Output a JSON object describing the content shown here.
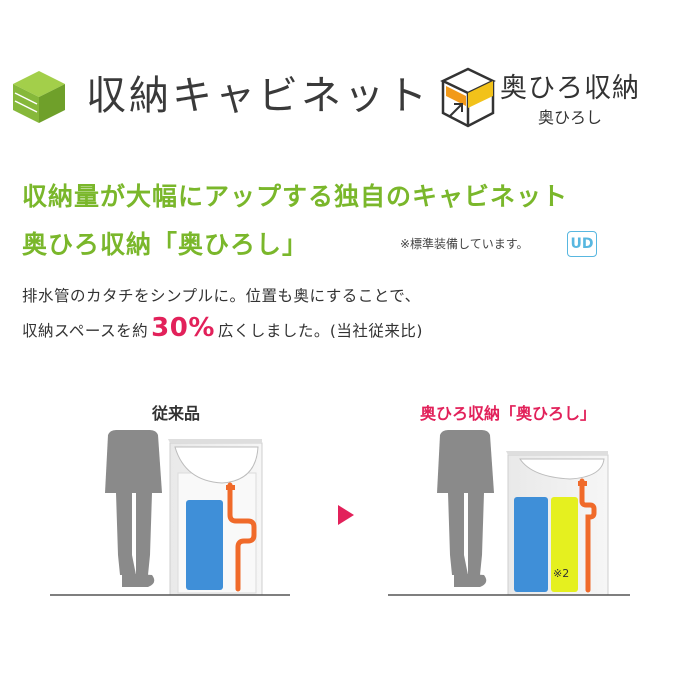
{
  "header": {
    "title": "収納キャビネット",
    "brand_name": "奥ひろ収納",
    "brand_sub": "奥ひろし"
  },
  "headline": {
    "line1": "収納量が大幅にアップする独自のキャビネット",
    "line2": "奥ひろ収納「奥ひろし」",
    "note": "※標準装備しています。",
    "badge": "UD"
  },
  "body": {
    "line1": "排水管のカタチをシンプルに。位置も奥にすることで、",
    "line2_before": "収納スペースを約",
    "highlight": "30%",
    "line2_after": "広くしました。(当社従来比)"
  },
  "comparison": {
    "before_label": "従来品",
    "after_label": "奥ひろ収納「奥ひろし」",
    "after_item_note": "※2"
  },
  "colors": {
    "accent_green": "#7ab72b",
    "accent_pink": "#e2215a",
    "pipe_orange": "#f06a2a",
    "box_blue": "#3f8fd8",
    "box_yellow": "#e5f01f"
  }
}
